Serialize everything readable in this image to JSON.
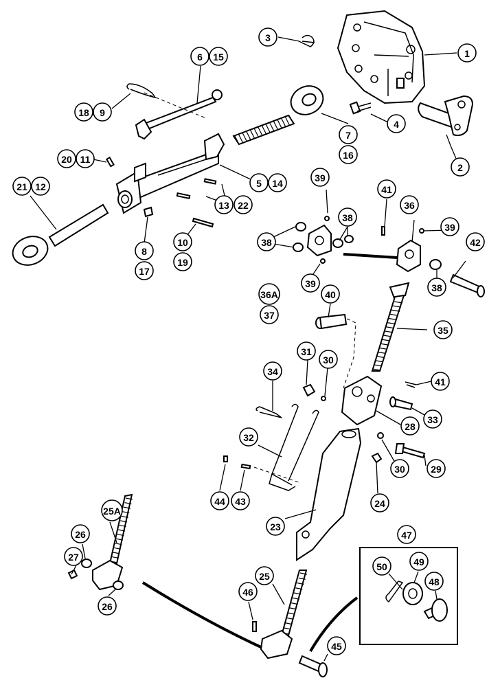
{
  "callouts": [
    {
      "id": "c1",
      "label": "1"
    },
    {
      "id": "c2",
      "label": "2"
    },
    {
      "id": "c3",
      "label": "3"
    },
    {
      "id": "c4",
      "label": "4"
    },
    {
      "id": "c5",
      "label": "5"
    },
    {
      "id": "c14",
      "label": "14"
    },
    {
      "id": "c6",
      "label": "6"
    },
    {
      "id": "c15",
      "label": "15"
    },
    {
      "id": "c7",
      "label": "7"
    },
    {
      "id": "c16",
      "label": "16"
    },
    {
      "id": "c18",
      "label": "18"
    },
    {
      "id": "c9",
      "label": "9"
    },
    {
      "id": "c20",
      "label": "20"
    },
    {
      "id": "c11",
      "label": "11"
    },
    {
      "id": "c21",
      "label": "21"
    },
    {
      "id": "c12",
      "label": "12"
    },
    {
      "id": "c13",
      "label": "13"
    },
    {
      "id": "c22",
      "label": "22"
    },
    {
      "id": "c8",
      "label": "8"
    },
    {
      "id": "c17",
      "label": "17"
    },
    {
      "id": "c10",
      "label": "10"
    },
    {
      "id": "c19",
      "label": "19"
    },
    {
      "id": "c39a",
      "label": "39"
    },
    {
      "id": "c41a",
      "label": "41"
    },
    {
      "id": "c36",
      "label": "36"
    },
    {
      "id": "c39b",
      "label": "39"
    },
    {
      "id": "c42",
      "label": "42"
    },
    {
      "id": "c38a",
      "label": "38"
    },
    {
      "id": "c38b",
      "label": "38"
    },
    {
      "id": "c39c",
      "label": "39"
    },
    {
      "id": "c36A",
      "label": "36A"
    },
    {
      "id": "c37",
      "label": "37"
    },
    {
      "id": "c38c",
      "label": "38"
    },
    {
      "id": "c40",
      "label": "40"
    },
    {
      "id": "c35",
      "label": "35"
    },
    {
      "id": "c31",
      "label": "31"
    },
    {
      "id": "c30a",
      "label": "30"
    },
    {
      "id": "c34",
      "label": "34"
    },
    {
      "id": "c41b",
      "label": "41"
    },
    {
      "id": "c33",
      "label": "33"
    },
    {
      "id": "c28",
      "label": "28"
    },
    {
      "id": "c32",
      "label": "32"
    },
    {
      "id": "c30b",
      "label": "30"
    },
    {
      "id": "c29",
      "label": "29"
    },
    {
      "id": "c44",
      "label": "44"
    },
    {
      "id": "c43",
      "label": "43"
    },
    {
      "id": "c24",
      "label": "24"
    },
    {
      "id": "c23",
      "label": "23"
    },
    {
      "id": "c25A",
      "label": "25A"
    },
    {
      "id": "c26a",
      "label": "26"
    },
    {
      "id": "c27",
      "label": "27"
    },
    {
      "id": "c26b",
      "label": "26"
    },
    {
      "id": "c47",
      "label": "47"
    },
    {
      "id": "c50",
      "label": "50"
    },
    {
      "id": "c49",
      "label": "49"
    },
    {
      "id": "c48",
      "label": "48"
    },
    {
      "id": "c25",
      "label": "25"
    },
    {
      "id": "c46",
      "label": "46"
    },
    {
      "id": "c45",
      "label": "45"
    }
  ]
}
